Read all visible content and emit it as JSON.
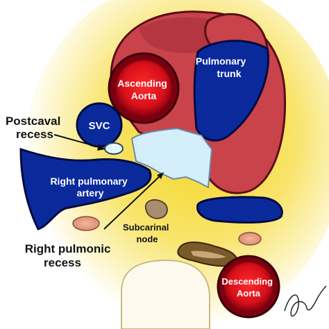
{
  "labels": {
    "ascending_aorta": [
      "Ascending",
      "Aorta"
    ],
    "pulmonary_trunk": [
      "Pulmonary",
      "trunk"
    ],
    "svc": "SVC",
    "postcaval_recess": [
      "Postcaval",
      "recess"
    ],
    "right_pulmonary_artery": [
      "Right pulmonary",
      "artery"
    ],
    "subcarinal_node": [
      "Subcarinal",
      "node"
    ],
    "right_pulmonic_recess": [
      "Right pulmonic",
      "recess"
    ],
    "descending_aorta": [
      "Descending",
      "Aorta"
    ]
  },
  "colors": {
    "background_glow": "#f7d93c",
    "pericardium_red": "#c8434a",
    "aorta_red": "#d8101a",
    "vessel_blue": "#0a2a9c",
    "recess_light_blue": "#d4eefb",
    "node_tan": "#a88e6c",
    "vertebra_cream": "#fdf9ec"
  }
}
